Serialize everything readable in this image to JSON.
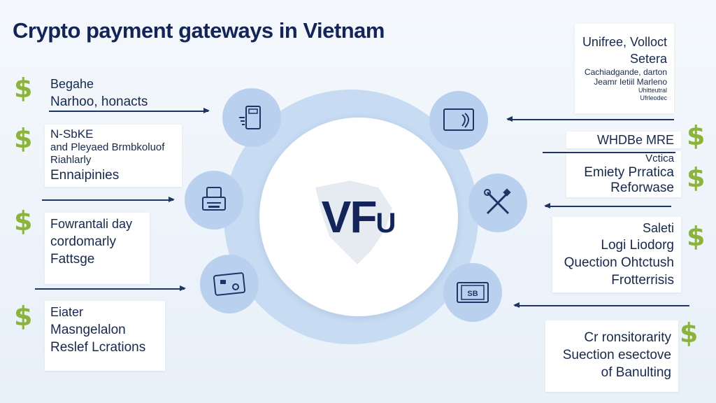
{
  "title": "Crypto payment gateways in Vietnam",
  "center": {
    "label_main": "VF",
    "label_sub": "U"
  },
  "left_boxes": [
    {
      "lines": [
        "Begahe",
        "Narhoo, honacts"
      ]
    },
    {
      "lines": [
        "N-SbKE",
        "and Pleyaed Brmbkoluof",
        "Riahlarly",
        "Ennaipinies"
      ]
    },
    {
      "lines": [
        "Fowrantali day",
        "cordomarly",
        "Fattsge"
      ]
    },
    {
      "lines": [
        "Eiater",
        "Masngelalon",
        "Reslef Lcrations"
      ]
    }
  ],
  "right_boxes": [
    {
      "lines": [
        "Unifree, Volloct",
        "Setera",
        "Cachiadgande, darton",
        "Jeamr Ietiil Marleno",
        "Uhitteutral",
        "Ufrleodec"
      ]
    },
    {
      "lines": [
        "WHDBe MRE"
      ]
    },
    {
      "lines": [
        "Vctica",
        "Emiety Prratica",
        "Reforwase"
      ]
    },
    {
      "lines": [
        "Saleti",
        "Logi Liodorg",
        "Quection Ohtctush",
        "Frotterrisis"
      ]
    },
    {
      "lines": [
        "Cr ronsitorarity",
        "Suection esectove",
        "of Banulting"
      ]
    }
  ],
  "dollar_symbol": "$",
  "icons": {
    "left": [
      "card-reader-icon",
      "pos-terminal-icon",
      "credit-card-icon"
    ],
    "right": [
      "mobile-payment-icon",
      "tools-icon",
      "sb-card-icon"
    ]
  },
  "colors": {
    "title": "#12245a",
    "dollar": "#8cb43a",
    "node": "#b9d1ee",
    "arrow": "#1f3566"
  }
}
